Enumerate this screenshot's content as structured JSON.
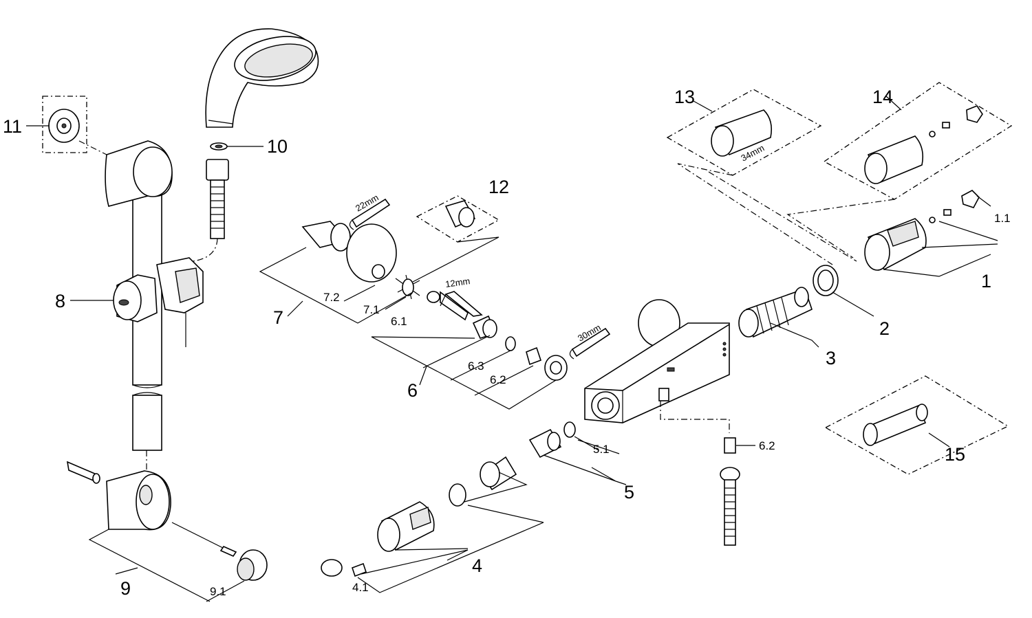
{
  "diagram": {
    "callouts": {
      "p1": "1",
      "p1_1": "1.1",
      "p2": "2",
      "p3": "3",
      "p4": "4",
      "p4_1": "4.1",
      "p5": "5",
      "p5_1": "5.1",
      "p6": "6",
      "p6_1": "6.1",
      "p6_2": "6.2",
      "p6_2b": "6.2",
      "p6_3": "6.3",
      "p7": "7",
      "p7_1": "7.1",
      "p7_2": "7.2",
      "p8": "8",
      "p9": "9",
      "p9_1": "9.1",
      "p10": "10",
      "p11": "11",
      "p12": "12",
      "p13": "13",
      "p14": "14",
      "p15": "15"
    },
    "dimensions": {
      "wrench_22": "22mm",
      "wrench_30": "30mm",
      "hex_key_12": "12mm",
      "sleeve_34": "34mm"
    }
  }
}
